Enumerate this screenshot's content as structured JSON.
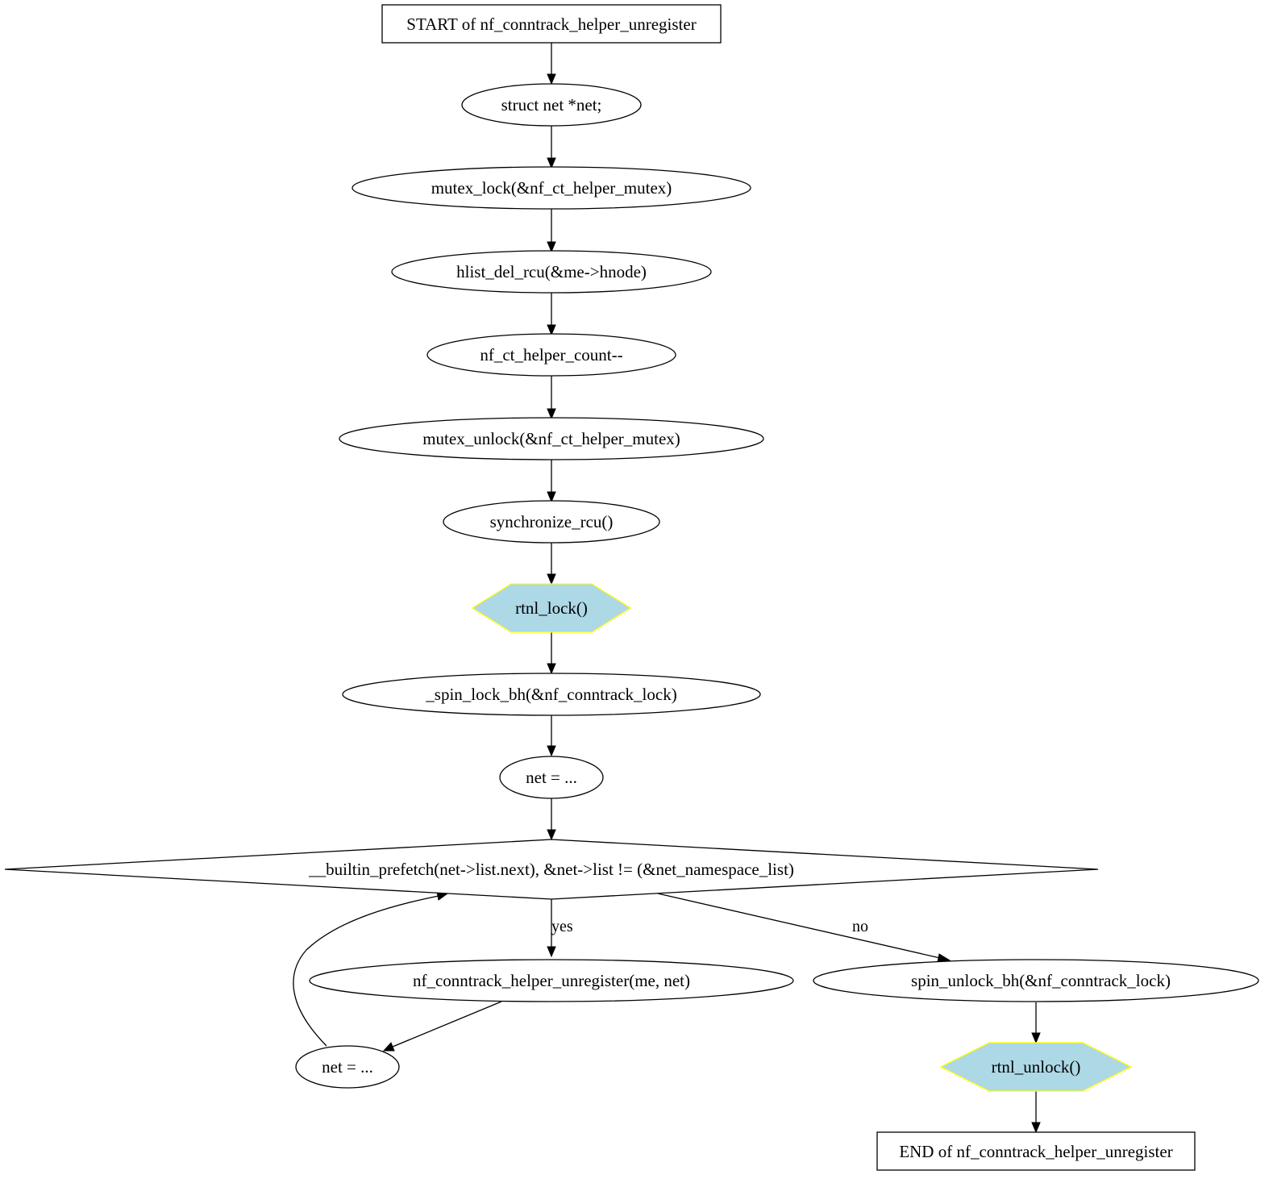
{
  "diagram": {
    "colors": {
      "default_fill": "#ffffff",
      "stroke": "#000000",
      "lock_fill": "#add8e6",
      "lock_stroke": "#ffff00"
    },
    "nodes": {
      "start": {
        "label": "START of nf_conntrack_helper_unregister",
        "shape": "box"
      },
      "decl_net": {
        "label": "struct net *net;",
        "shape": "ellipse"
      },
      "mutex_lock": {
        "label": "mutex_lock(&nf_ct_helper_mutex)",
        "shape": "ellipse"
      },
      "hlist_del": {
        "label": "hlist_del_rcu(&me->hnode)",
        "shape": "ellipse"
      },
      "count_dec": {
        "label": "nf_ct_helper_count--",
        "shape": "ellipse"
      },
      "mutex_unlock": {
        "label": "mutex_unlock(&nf_ct_helper_mutex)",
        "shape": "ellipse"
      },
      "sync_rcu": {
        "label": "synchronize_rcu()",
        "shape": "ellipse"
      },
      "rtnl_lock": {
        "label": "rtnl_lock()",
        "shape": "hexagon"
      },
      "spin_lock": {
        "label": "_spin_lock_bh(&nf_conntrack_lock)",
        "shape": "ellipse"
      },
      "net_init": {
        "label": "net = ...",
        "shape": "ellipse"
      },
      "loop_cond": {
        "label": "__builtin_prefetch(net->list.next), &net->list != (&net_namespace_list)",
        "shape": "diamond"
      },
      "helper_unreg": {
        "label": "nf_conntrack_helper_unregister(me, net)",
        "shape": "ellipse"
      },
      "net_next": {
        "label": "net = ...",
        "shape": "ellipse"
      },
      "spin_unlock": {
        "label": "spin_unlock_bh(&nf_conntrack_lock)",
        "shape": "ellipse"
      },
      "rtnl_unlock": {
        "label": "rtnl_unlock()",
        "shape": "hexagon"
      },
      "end": {
        "label": "END of nf_conntrack_helper_unregister",
        "shape": "box"
      }
    },
    "edges": [
      {
        "from": "start",
        "to": "decl_net",
        "label": ""
      },
      {
        "from": "decl_net",
        "to": "mutex_lock",
        "label": ""
      },
      {
        "from": "mutex_lock",
        "to": "hlist_del",
        "label": ""
      },
      {
        "from": "hlist_del",
        "to": "count_dec",
        "label": ""
      },
      {
        "from": "count_dec",
        "to": "mutex_unlock",
        "label": ""
      },
      {
        "from": "mutex_unlock",
        "to": "sync_rcu",
        "label": ""
      },
      {
        "from": "sync_rcu",
        "to": "rtnl_lock",
        "label": ""
      },
      {
        "from": "rtnl_lock",
        "to": "spin_lock",
        "label": ""
      },
      {
        "from": "spin_lock",
        "to": "net_init",
        "label": ""
      },
      {
        "from": "net_init",
        "to": "loop_cond",
        "label": ""
      },
      {
        "from": "loop_cond",
        "to": "helper_unreg",
        "label": "yes"
      },
      {
        "from": "loop_cond",
        "to": "spin_unlock",
        "label": "no"
      },
      {
        "from": "helper_unreg",
        "to": "net_next",
        "label": ""
      },
      {
        "from": "net_next",
        "to": "loop_cond",
        "label": ""
      },
      {
        "from": "spin_unlock",
        "to": "rtnl_unlock",
        "label": ""
      },
      {
        "from": "rtnl_unlock",
        "to": "end",
        "label": ""
      }
    ]
  }
}
